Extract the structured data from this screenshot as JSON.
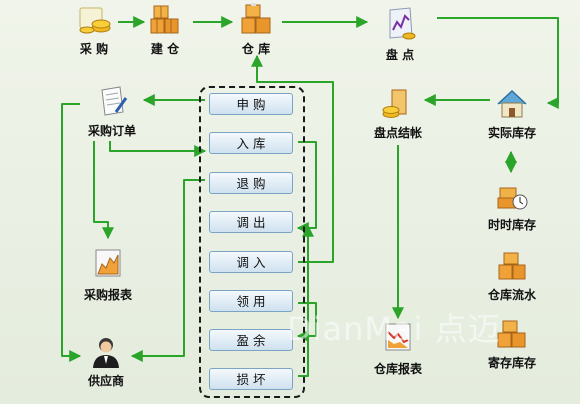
{
  "nodes": {
    "purchase": "采 购",
    "build_warehouse": "建 仓",
    "warehouse": "仓 库",
    "inventory_check": "盘 点",
    "actual_stock": "实际库存",
    "check_settlement": "盘点结帐",
    "realtime_stock": "时时库存",
    "stock_flow": "仓库流水",
    "consignment_stock": "寄存库存",
    "purchase_order": "采购订单",
    "purchase_report": "采购报表",
    "supplier": "供应商",
    "warehouse_report": "仓库报表"
  },
  "operations": [
    "申 购",
    "入 库",
    "退 购",
    "调 出",
    "调 入",
    "领 用",
    "盈 余",
    "损 坏"
  ],
  "watermark": "DianMai 点迈",
  "colors": {
    "arrow": "#2aa52a",
    "button_border": "#7aa3c4",
    "background": "#eaf0e3"
  }
}
